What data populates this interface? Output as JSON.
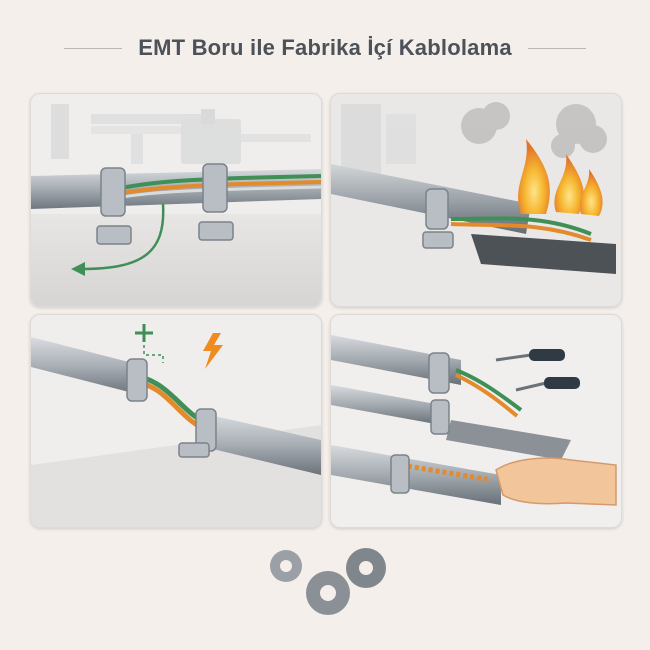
{
  "header": {
    "title": "EMT Boru ile Fabrika İçí Kablolama"
  },
  "panels": [
    {
      "id": "routing",
      "icon": "arrow-curve-icon"
    },
    {
      "id": "fire-protection",
      "icon": "flame-icon"
    },
    {
      "id": "expansion",
      "icons": [
        "plus-icon",
        "lightning-icon"
      ]
    },
    {
      "id": "maintenance",
      "icons": [
        "screwdriver-icon",
        "hand-icon"
      ]
    }
  ],
  "footer": {
    "icon": "gears-icon"
  },
  "colors": {
    "background": "#f4efeb",
    "title": "#4c5258",
    "pipe": "#9aa0a6",
    "wire_green": "#3f8f57",
    "wire_orange": "#e38a2c",
    "flame": "#f2a51f"
  }
}
